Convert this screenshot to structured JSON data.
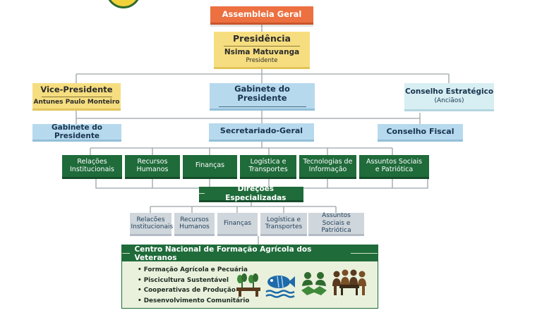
{
  "top": {
    "assembly": "Assembleia Geral"
  },
  "presidency": {
    "title": "Presidência",
    "name": "Nsima Matuvanga",
    "role": "Presidente"
  },
  "vice": {
    "title": "Vice-Presidente",
    "name": "Antunes Paulo Monteiro"
  },
  "cabinet": {
    "title": "Gabinete do Presidente"
  },
  "council": {
    "title": "Conselho Estratégico",
    "subtitle": "(Anciãos)"
  },
  "row3": {
    "cabinet": "Gabinete do Presidente",
    "secretariat": "Secretariado-Geral",
    "fiscal": "Conselho Fiscal"
  },
  "departments": [
    "Relações Institucionais",
    "Recursos Humanos",
    "Finanças",
    "Logística e Transportes",
    "Tecnologias de Informação",
    "Assuntos Sociais e Patriótica"
  ],
  "directorates": {
    "title": "Direções Especializadas"
  },
  "sub_departments": [
    "Relacões Institucionais",
    "Recursos Humanos",
    "Finanças",
    "Logística e Transportes",
    "Assuntos Sociais e Patriótica"
  ],
  "center": {
    "title": "Centro Nacional de Formação Agrícola dos Veteranos",
    "items": [
      "Formação Agrícola e Pecuária",
      "Piscicultura Sustentável",
      "Cooperativas de Produção",
      "Desenvolvimento Comunitário"
    ],
    "icons": [
      "seedlings-icon",
      "fish-icon",
      "handshake-icon",
      "community-icon"
    ]
  },
  "colors": {
    "assembly": "#ec7040",
    "yellow": "#f6de80",
    "blue": "#b7d9ee",
    "green": "#1f6b3a",
    "grey": "#cfd6dc",
    "panel": "#e9f1dc"
  }
}
